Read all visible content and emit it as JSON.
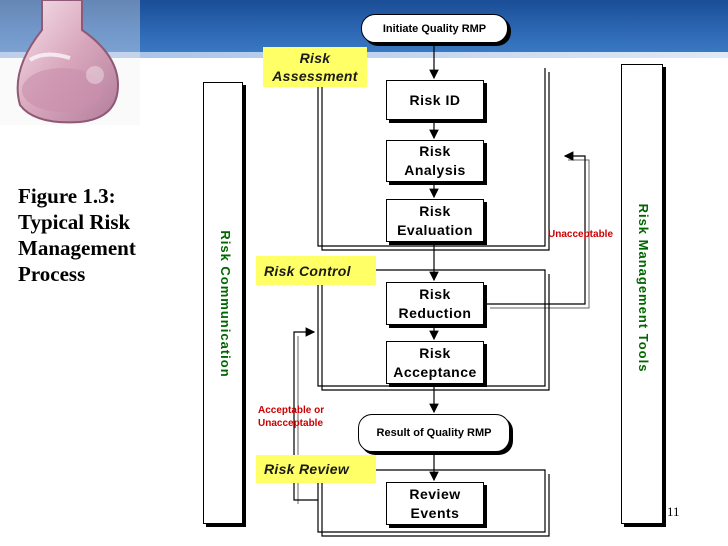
{
  "figure_caption": "Figure 1.3: Typical Risk Management Process",
  "caption_lines": [
    "Figure 1.3:",
    "Typical Risk",
    "Management",
    "Process"
  ],
  "page_number": "11",
  "start_node": "Initiate Quality RMP",
  "end_node": "Result of Quality RMP",
  "phases": {
    "assessment": "Risk Assessment",
    "control": "Risk Control",
    "review": "Risk Review"
  },
  "steps": {
    "risk_id": "Risk ID",
    "risk_analysis": "Risk Analysis",
    "risk_evaluation": "Risk Evaluation",
    "risk_reduction": "Risk Reduction",
    "risk_acceptance": "Risk Acceptance",
    "review_events": "Review Events"
  },
  "side_bars": {
    "communication": "Risk Communication",
    "tools": "Risk Management Tools"
  },
  "edge_labels": {
    "unacceptable": "Unacceptable",
    "acceptable_or_unacceptable": "Acceptable or Unacceptable"
  },
  "colors": {
    "banner": "#2d68b4",
    "phase_label_bg": "#ffff66",
    "side_bar_text": "#006600",
    "edge_label_text": "#cc0000"
  }
}
